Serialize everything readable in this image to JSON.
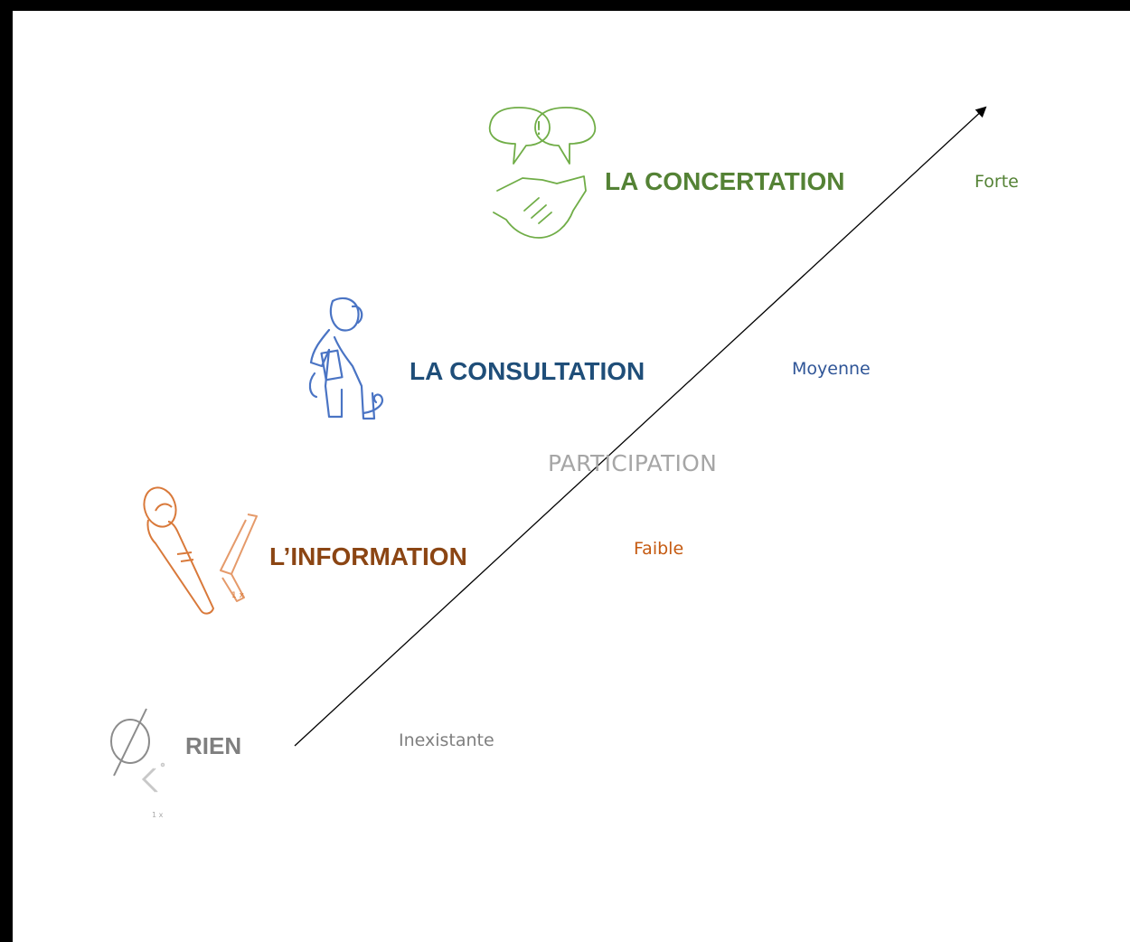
{
  "axis_title": "PARTICIPATION",
  "colors": {
    "rien": "#7f7f7f",
    "information": "#8b4513",
    "information_icon": "#d9793a",
    "information_level": "#c55a11",
    "consultation": "#1f4e79",
    "consultation_icon": "#4a74c4",
    "consultation_level": "#2f5597",
    "concertation": "#548235",
    "concertation_icon": "#70ad47",
    "concertation_level": "#548235",
    "axis_title": "#a6a6a6",
    "arrow": "#000000"
  },
  "steps": [
    {
      "id": "rien",
      "label": "RIEN",
      "level": "Inexistante",
      "icon": "empty-set-icon",
      "icon_note": "1 x"
    },
    {
      "id": "information",
      "label": "L’INFORMATION",
      "level": "Faible",
      "icon": "microphone-icon",
      "icon_note": "1 x"
    },
    {
      "id": "consultation",
      "label": "LA CONSULTATION",
      "level": "Moyenne",
      "icon": "person-on-phone-icon"
    },
    {
      "id": "concertation",
      "label": "LA CONCERTATION",
      "level": "Forte",
      "icon": "speech-bubbles-handshake-icon",
      "bubble_mark": "!"
    }
  ]
}
